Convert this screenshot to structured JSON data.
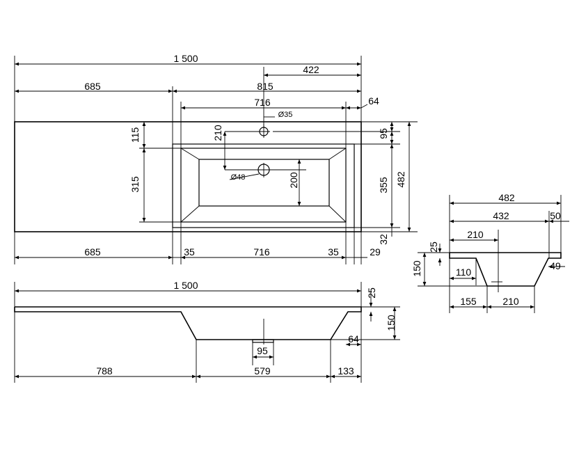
{
  "top_view": {
    "overall_width": "1 500",
    "tap_hole_offset": "422",
    "left_deck": "685",
    "basin_zone": "815",
    "basin_width": "716",
    "right_margin": "64",
    "tap_hole_dia": "Ø35",
    "drain_dia": "Ø48",
    "tap_to_drain": "210",
    "back_margin": "115",
    "basin_depth": "315",
    "drain_offset": "200",
    "back_to_tap": "95",
    "basin_outer_depth": "355",
    "overall_depth": "482",
    "front_margin": "32",
    "bottom_left": "685",
    "bottom_rim_left": "35",
    "bottom_basin": "716",
    "bottom_rim_right": "35",
    "bottom_end": "29"
  },
  "front_view": {
    "overall_width": "1 500",
    "slab_thickness": "25",
    "total_height": "150",
    "drain_width": "95",
    "right_inset": "64",
    "left_offset": "788",
    "bottom_width": "579",
    "right_offset": "133"
  },
  "side_view": {
    "overall_depth": "482",
    "inner_depth": "432",
    "back_margin": "50",
    "drain_position": "210",
    "slab_thickness": "25",
    "total_height": "150",
    "front_offset": "110",
    "slope": "49",
    "bottom_front": "155",
    "bottom_width": "210"
  }
}
